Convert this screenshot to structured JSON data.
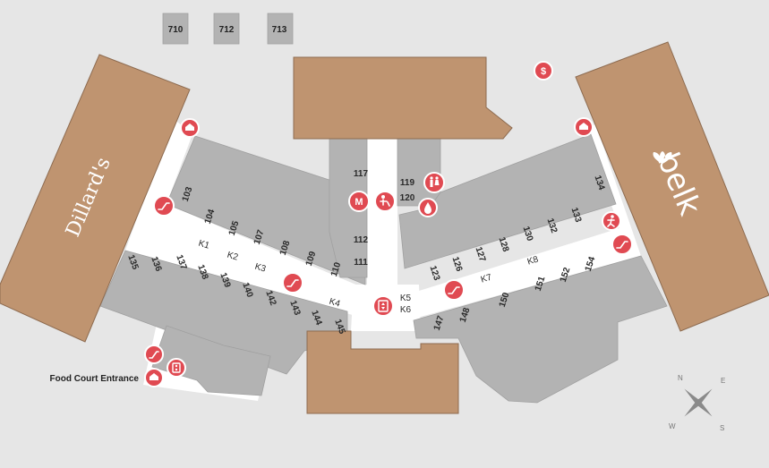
{
  "annex_units": [
    "710",
    "712",
    "713"
  ],
  "anchors": {
    "dillards": "Dillard's",
    "belk": "belk"
  },
  "units": {
    "u117": "117",
    "u119": "119",
    "u120": "120",
    "u112": "112",
    "u111": "111",
    "u103": "103",
    "u104": "104",
    "u105": "105",
    "u107": "107",
    "u108": "108",
    "u109": "109",
    "u110": "110",
    "u135": "135",
    "u136": "136",
    "u137": "137",
    "u138": "138",
    "u139": "139",
    "u140": "140",
    "u142": "142",
    "u143": "143",
    "u144": "144",
    "u145": "145",
    "u123": "123",
    "u126": "126",
    "u127": "127",
    "u128": "128",
    "u130": "130",
    "u132": "132",
    "u133": "133",
    "u134": "134",
    "u147": "147",
    "u148": "148",
    "u150": "150",
    "u151": "151",
    "u152": "152",
    "u154": "154"
  },
  "kiosks": {
    "k1": "K1",
    "k2": "K2",
    "k3": "K3",
    "k4": "K4",
    "k5": "K5",
    "k6": "K6",
    "k7": "K7",
    "k8": "K8"
  },
  "amenities": {
    "atm_symbol": "$",
    "mall_office_symbol": "M",
    "icons": [
      "atm-icon",
      "mall-office-icon",
      "mall-entrance-icon",
      "escalator-icon",
      "restrooms-icon",
      "water-fountain-icon",
      "family-restroom-icon",
      "emergency-exit-icon",
      "elevator-icon"
    ]
  },
  "labels": {
    "food_court_entrance": "Food Court Entrance"
  },
  "compass": {
    "n": "N",
    "e": "E",
    "s": "S",
    "w": "W"
  },
  "colors": {
    "background": "#e6e6e6",
    "store": "#b3b3b3",
    "anchor": "#bf9470",
    "corridor": "#ffffff",
    "amenity": "#e04a52"
  }
}
